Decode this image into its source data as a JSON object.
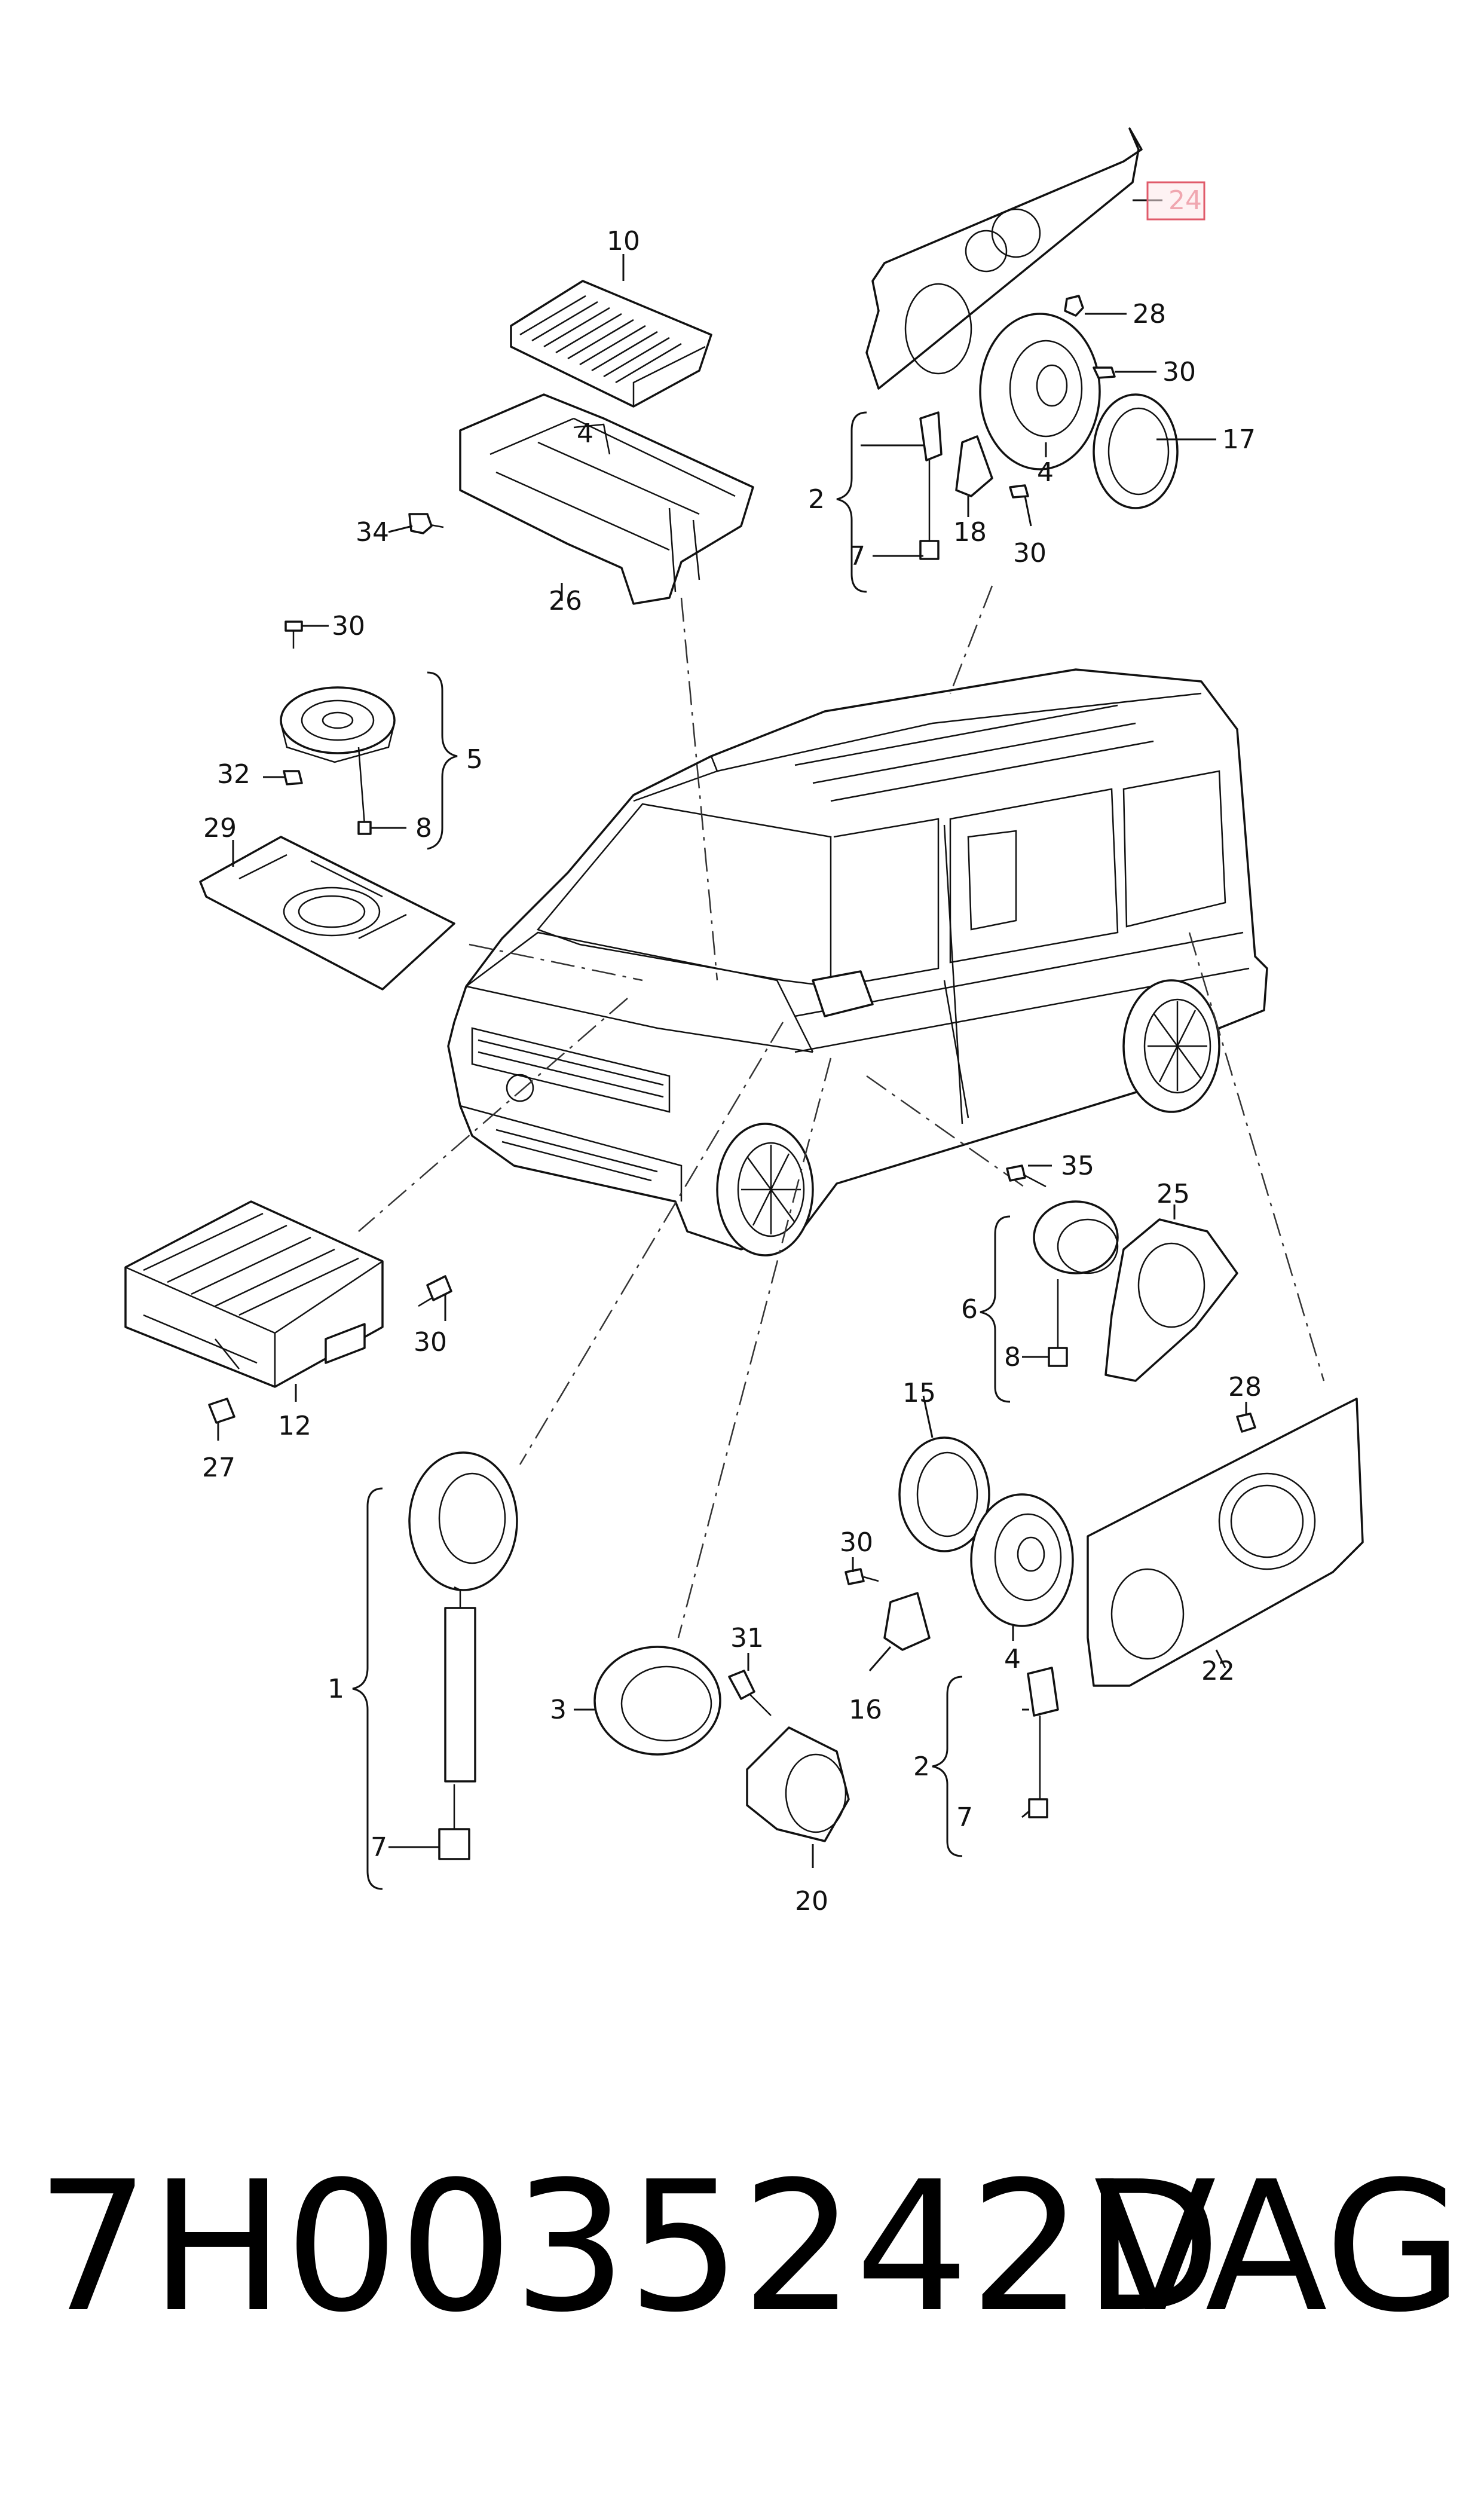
{
  "labels": {
    "c1": "1",
    "c2a": "2",
    "c2b": "2",
    "c3": "3",
    "c4a": "4",
    "c4b": "4",
    "c4c": "4",
    "c5": "5",
    "c6": "6",
    "c7a": "7",
    "c7b": "7",
    "c7c": "7",
    "c8a": "8",
    "c8b": "8",
    "c10": "10",
    "c12": "12",
    "c15": "15",
    "c16": "16",
    "c17": "17",
    "c18": "18",
    "c20": "20",
    "c22": "22",
    "c24": "24",
    "c25": "25",
    "c26": "26",
    "c27": "27",
    "c28a": "28",
    "c28b": "28",
    "c29": "29",
    "c30a": "30",
    "c30b": "30",
    "c30c": "30",
    "c30d": "30",
    "c30e": "30",
    "c31": "31",
    "c32": "32",
    "c34": "34",
    "c35": "35"
  },
  "highlight_color": "#e05a6a",
  "caption": {
    "part_number": "7H0035242D",
    "brand": "VAG"
  }
}
